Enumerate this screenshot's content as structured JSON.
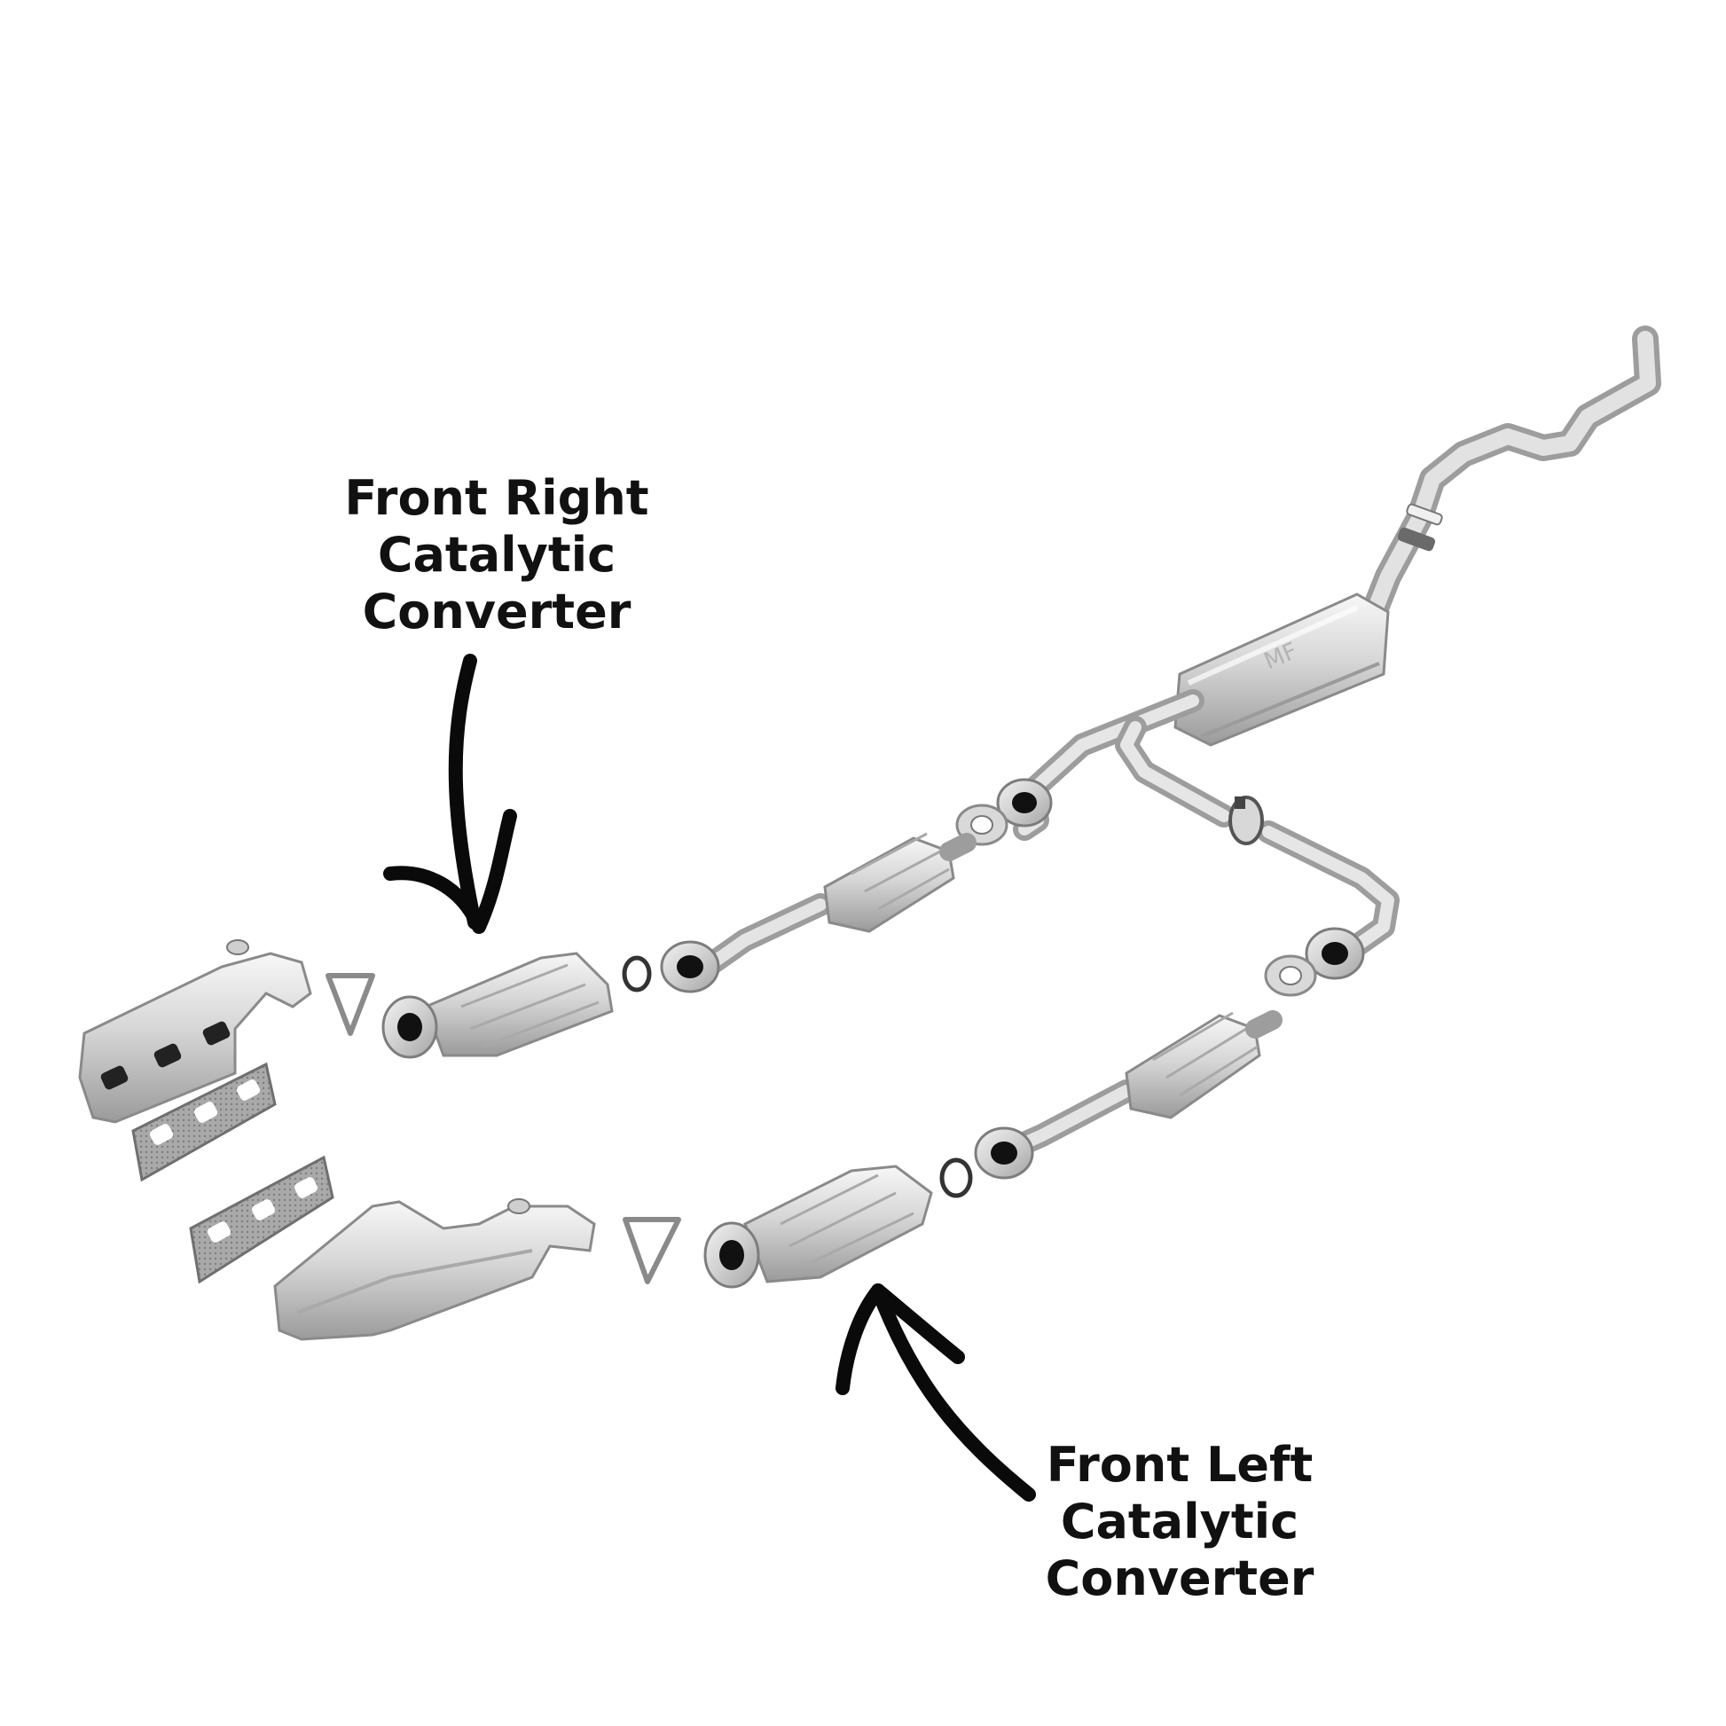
{
  "labels": {
    "front_right": {
      "line1": "Front Right",
      "line2": "Catalytic",
      "line3": "Converter"
    },
    "front_left": {
      "line1": "Front Left",
      "line2": "Catalytic",
      "line3": "Converter"
    }
  },
  "colors": {
    "background": "#ffffff",
    "metal_light": "#e9e9e9",
    "metal_mid": "#c7c7c7",
    "metal_dark": "#8e8e8e",
    "gasket": "#9a9a9a",
    "arrow": "#0a0a0a",
    "text": "#111111"
  },
  "parts": [
    "exhaust-manifold-right",
    "manifold-gasket-right",
    "exhaust-manifold-left",
    "manifold-gasket-left",
    "front-right-catalytic-converter",
    "front-left-catalytic-converter",
    "rear-catalytic-converter-upper",
    "rear-catalytic-converter-lower",
    "y-pipe",
    "muffler",
    "tailpipe",
    "clamp",
    "flange-gaskets"
  ]
}
